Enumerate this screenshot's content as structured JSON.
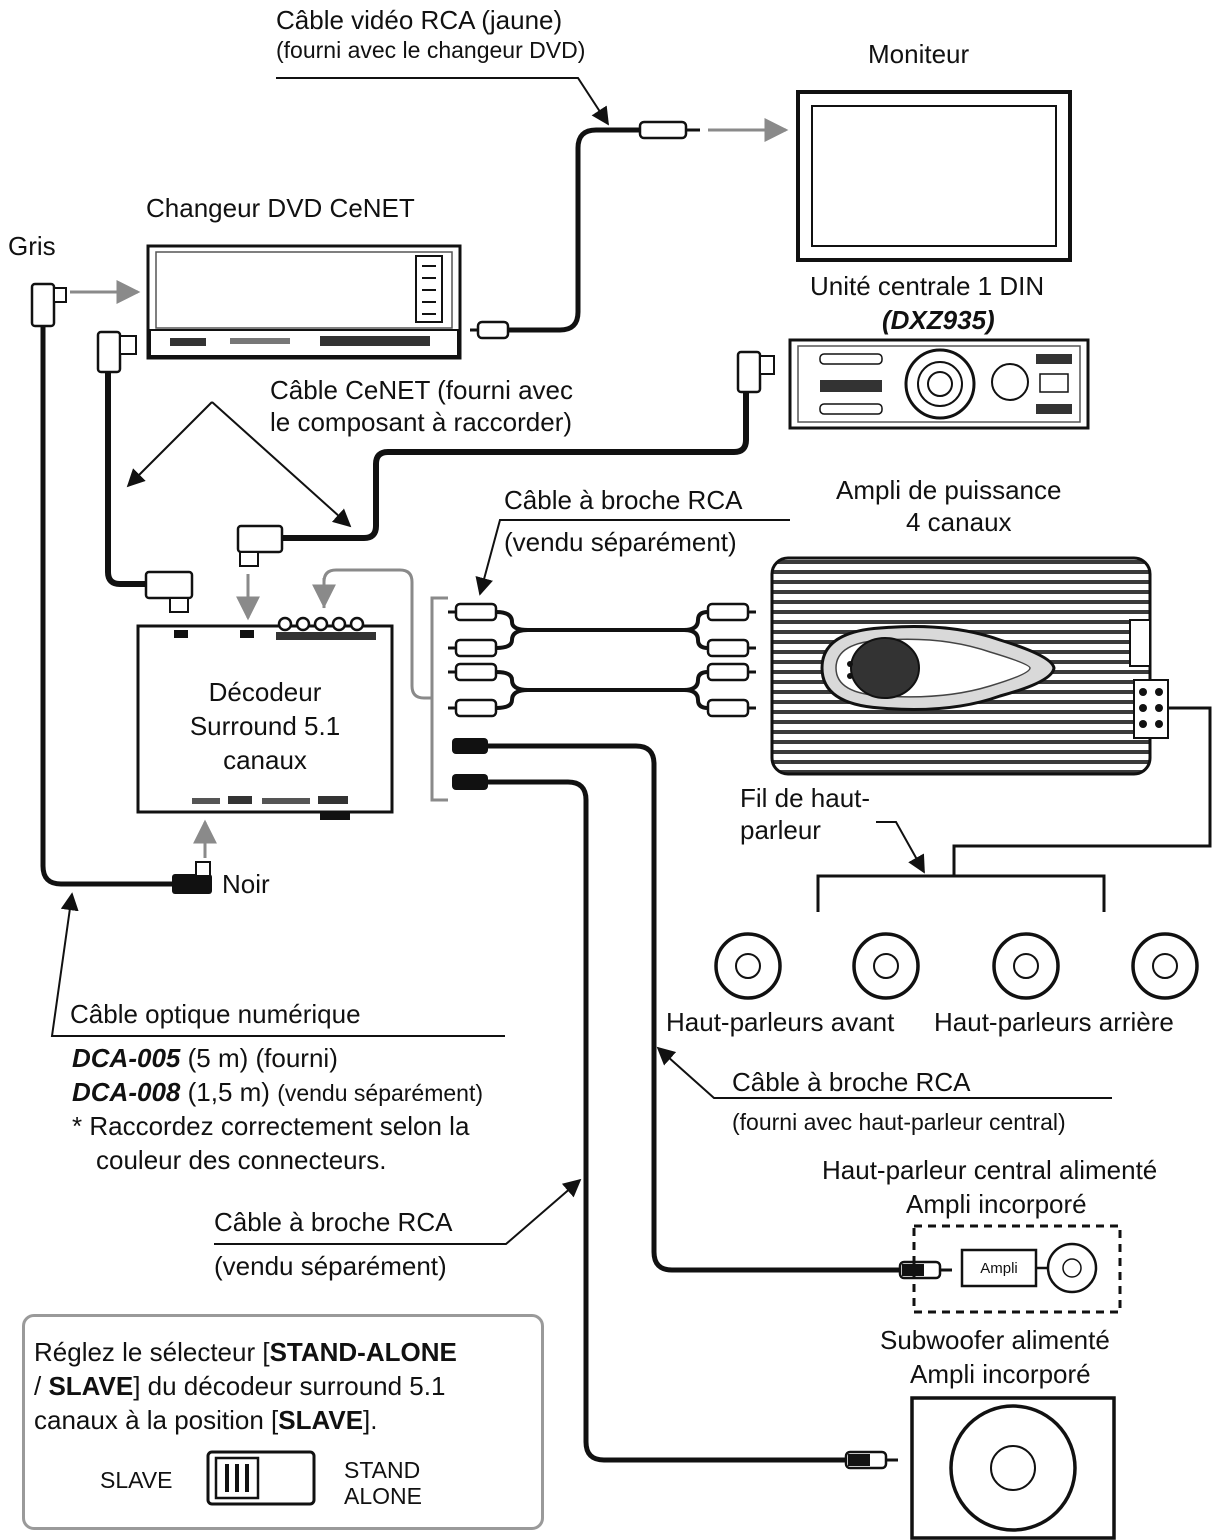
{
  "labels": {
    "video_cable": "Câble vidéo RCA (jaune)",
    "video_cable_note": "(fourni avec le changeur DVD)",
    "monitor": "Moniteur",
    "gray": "Gris",
    "dvd_changer": "Changeur DVD CeNET",
    "head_unit": "Unité centrale 1 DIN",
    "head_unit_model": "(DXZ935)",
    "cenet_cable_1": "Câble CeNET (fourni avec",
    "cenet_cable_2": "le composant à raccorder)",
    "rca_cable_top": "Câble à broche RCA",
    "rca_cable_top_note": "(vendu séparément)",
    "amp_1": "Ampli de puissance",
    "amp_2": "4 canaux",
    "decoder_1": "Décodeur",
    "decoder_2": "Surround 5.1",
    "decoder_3": "canaux",
    "speaker_wire_1": "Fil de haut-",
    "speaker_wire_2": "parleur",
    "black": "Noir",
    "front_speakers": "Haut-parleurs avant",
    "rear_speakers": "Haut-parleurs arrière",
    "optical_cable": "Câble optique numérique",
    "dca005_model": "DCA-005",
    "dca005_detail": "(5 m) (fourni)",
    "dca008_model": "DCA-008",
    "dca008_detail": "(1,5 m)",
    "dca008_note": "(vendu séparément)",
    "connect_note_1": "* Raccordez correctement selon la",
    "connect_note_2": "couleur des connecteurs.",
    "rca_center": "Câble à broche RCA",
    "rca_center_note": "(fourni avec haut-parleur central)",
    "center_speaker_1": "Haut-parleur central alimenté",
    "center_speaker_2": "Ampli incorporé",
    "ampli": "Ampli",
    "rca_sub": "Câble à broche RCA",
    "rca_sub_note": "(vendu séparément)",
    "subwoofer_1": "Subwoofer alimenté",
    "subwoofer_2": "Ampli incorporé",
    "note_1": "Réglez le sélecteur [",
    "note_1_b": "STAND-ALONE",
    "note_2_a": "/ ",
    "note_2_b": "SLAVE",
    "note_2_c": "] du décodeur surround 5.1",
    "note_3_a": "canaux à la position [",
    "note_3_b": "SLAVE",
    "note_3_c": "].",
    "slave": "SLAVE",
    "stand": "STAND",
    "alone": "ALONE"
  }
}
